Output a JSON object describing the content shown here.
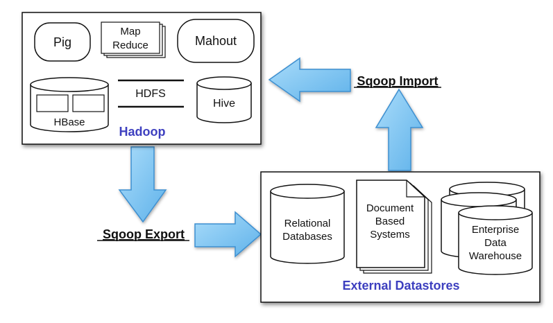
{
  "colors": {
    "arrow_fill": "#7ec4ef",
    "arrow_stroke": "#3d8fd0",
    "title_blue": "#3d3fbf",
    "box_stroke": "#111111",
    "box_fill": "#ffffff"
  },
  "hadoop": {
    "title": "Hadoop",
    "pig": "Pig",
    "mapreduce_line1": "Map",
    "mapreduce_line2": "Reduce",
    "mahout": "Mahout",
    "hdfs": "HDFS",
    "hbase": "HBase",
    "hive": "Hive"
  },
  "external": {
    "title": "External Datastores",
    "relational_line1": "Relational",
    "relational_line2": "Databases",
    "document_line1": "Document",
    "document_line2": "Based",
    "document_line3": "Systems",
    "warehouse_line1": "Enterprise",
    "warehouse_line2": "Data",
    "warehouse_line3": "Warehouse"
  },
  "flows": {
    "import_label": "Sqoop Import",
    "export_label": "Sqoop Export"
  },
  "icons": [
    "cylinder-icon",
    "document-stack-icon",
    "stacked-cylinder-icon",
    "arrow-icon"
  ]
}
